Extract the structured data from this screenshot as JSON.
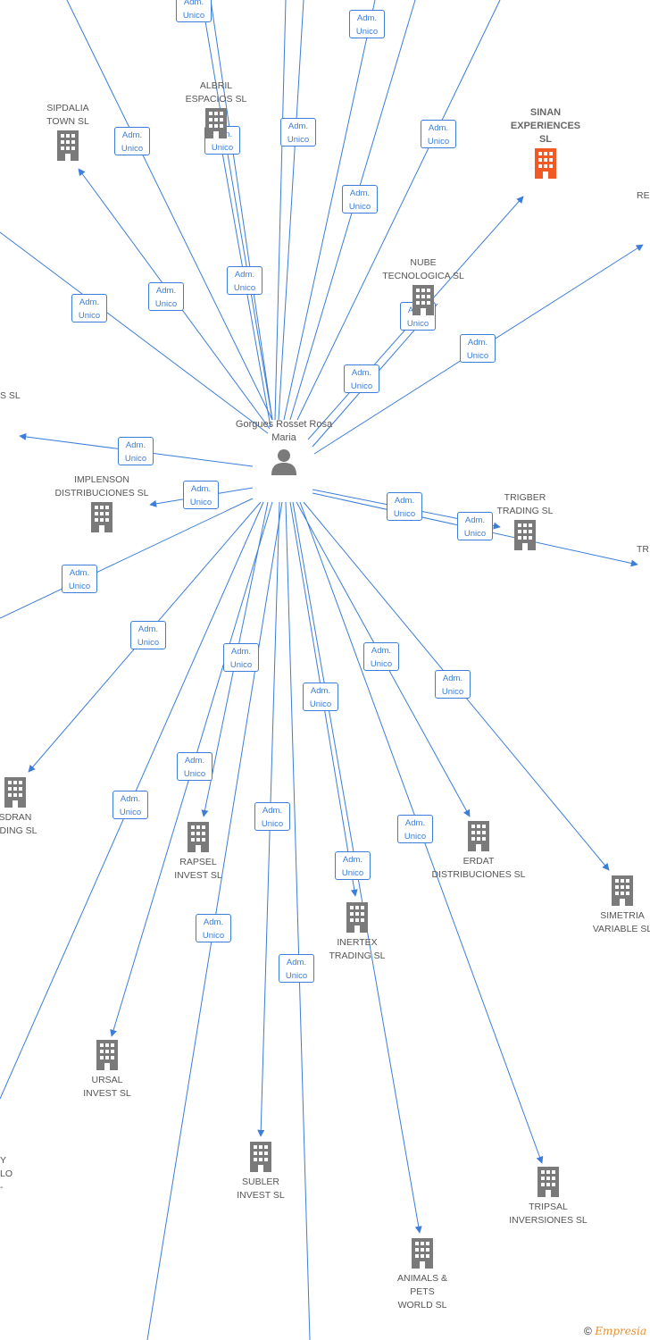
{
  "center": {
    "name": "Gorgues Rosset Rosa Maria"
  },
  "relation_label": {
    "line1": "Adm.",
    "line2": "Unico"
  },
  "companies": [
    {
      "id": "sipdalia",
      "lines": [
        "SIPDALIA",
        "TOWN SL"
      ]
    },
    {
      "id": "albril",
      "lines": [
        "ALBRIL",
        "ESPACIOS SL"
      ]
    },
    {
      "id": "sinan",
      "lines": [
        "SINAN",
        "EXPERIENCES",
        "SL"
      ],
      "highlight": true
    },
    {
      "id": "nube",
      "lines": [
        "NUBE",
        "TECNOLOGICA SL"
      ]
    },
    {
      "id": "implenson",
      "lines": [
        "IMPLENSON",
        "DISTRIBUCIONES SL"
      ]
    },
    {
      "id": "trigber",
      "lines": [
        "TRIGBER",
        "TRADING SL"
      ]
    },
    {
      "id": "sdran",
      "lines": [
        "SDRAN",
        "ADING SL"
      ]
    },
    {
      "id": "rapsel",
      "lines": [
        "RAPSEL",
        "INVEST SL"
      ]
    },
    {
      "id": "erdat",
      "lines": [
        "ERDAT",
        "DISTRIBUCIONES SL"
      ]
    },
    {
      "id": "simetria",
      "lines": [
        "SIMETRIA",
        "VARIABLE SL"
      ]
    },
    {
      "id": "inertex",
      "lines": [
        "INERTEX",
        "TRADING SL"
      ]
    },
    {
      "id": "ursal",
      "lines": [
        "URSAL",
        "INVEST SL"
      ]
    },
    {
      "id": "subler",
      "lines": [
        "SUBLER",
        "INVEST SL"
      ]
    },
    {
      "id": "tripsal",
      "lines": [
        "TRIPSAL",
        "INVERSIONES SL"
      ]
    },
    {
      "id": "animals",
      "lines": [
        "ANIMALS &",
        "PETS",
        "WORLD SL"
      ]
    }
  ],
  "partial_labels": [
    "RE",
    "S SL",
    "TR",
    "Y",
    "LO",
    "-"
  ],
  "colors": {
    "edge": "#3b7dd8",
    "building": "#7a7a7a",
    "building_highlight": "#f15a24"
  },
  "footer": {
    "copyright": "©",
    "brand": "Empresia"
  }
}
